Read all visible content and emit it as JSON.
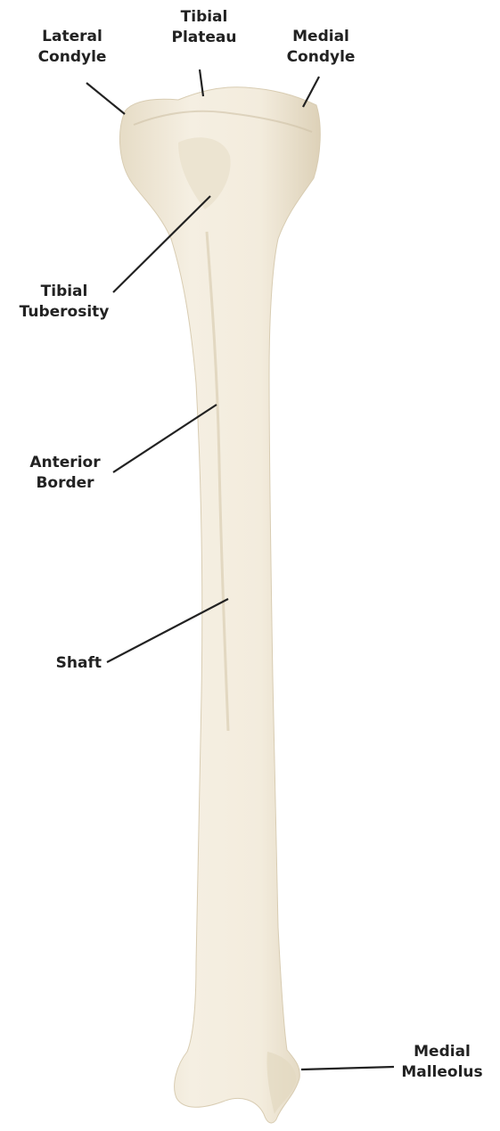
{
  "colors": {
    "bone_fill": "#f2ebdc",
    "bone_shadow": "#ddd2bc",
    "line": "#222222",
    "text": "#222222"
  },
  "labels": {
    "lateral_condyle": [
      "Lateral",
      "Condyle"
    ],
    "tibial_plateau": [
      "Tibial",
      "Plateau"
    ],
    "medial_condyle": [
      "Medial",
      "Condyle"
    ],
    "tibial_tuberosity": [
      "Tibial",
      "Tuberosity"
    ],
    "anterior_border": [
      "Anterior",
      "Border"
    ],
    "shaft": [
      "Shaft"
    ],
    "medial_malleolus": [
      "Medial",
      "Malleolus"
    ]
  }
}
